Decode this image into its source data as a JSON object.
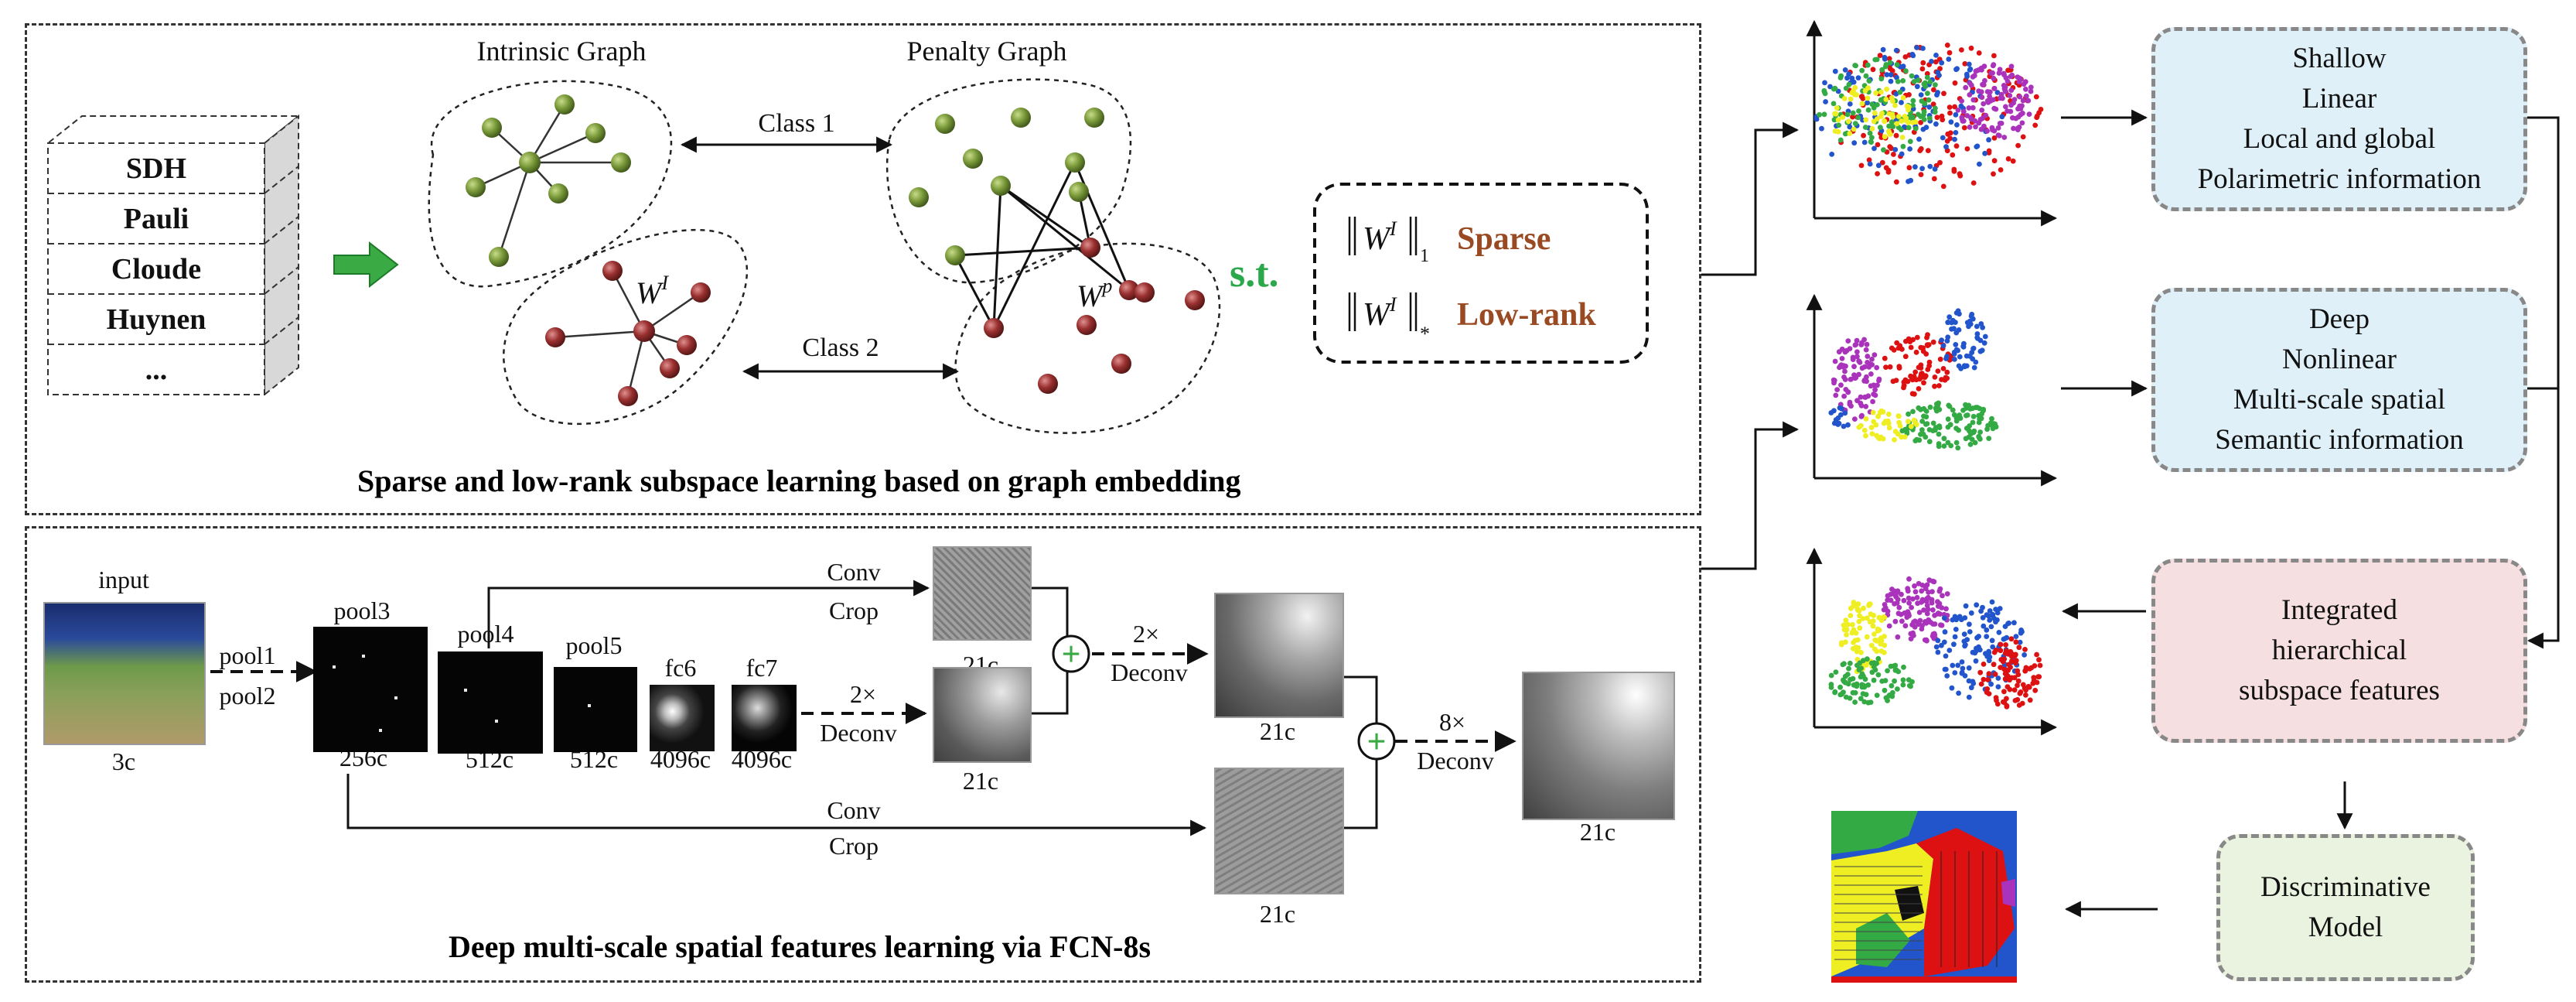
{
  "top_panel": {
    "feature_stack": [
      "SDH",
      "Pauli",
      "Cloude",
      "Huynen",
      "..."
    ],
    "intrinsic_graph_label": "Intrinsic Graph",
    "penalty_graph_label": "Penalty Graph",
    "class1_label": "Class 1",
    "class2_label": "Class 2",
    "w_intrinsic": "W",
    "w_intrinsic_sup": "I",
    "w_penalty": "W",
    "w_penalty_sup": "p",
    "st_label": "s.t.",
    "sparse_label": "Sparse",
    "lowrank_label": "Low-rank",
    "norm1_sub": "1",
    "norm2_sub": "*",
    "title": "Sparse and low-rank subspace learning based on graph embedding"
  },
  "bottom_panel": {
    "input_label": "input",
    "input_channels": "3c",
    "pool1_label": "pool1",
    "pool2_label": "pool2",
    "pool3_label": "pool3",
    "pool3_channels": "256c",
    "pool4_label": "pool4",
    "pool4_channels": "512c",
    "pool5_label": "pool5",
    "pool5_channels": "512c",
    "fc6_label": "fc6",
    "fc6_channels": "4096c",
    "fc7_label": "fc7",
    "fc7_channels": "4096c",
    "deconv2x_a_scale": "2×",
    "deconv2x_a_label": "Deconv",
    "deconv2x_b_scale": "2×",
    "deconv2x_b_label": "Deconv",
    "deconv8x_scale": "8×",
    "deconv8x_label": "Deconv",
    "conv_label_top": "Conv",
    "crop_label_top": "Crop",
    "conv_label_bottom": "Conv",
    "crop_label_bottom": "Crop",
    "out_21c_a": "21c",
    "out_21c_b": "21c",
    "out_21c_c": "21c",
    "out_21c_d": "21c",
    "out_21c_e": "21c",
    "title": "Deep multi-scale spatial features learning via FCN-8s"
  },
  "right_side": {
    "shallow_box": [
      "Shallow",
      "Linear",
      "Local and global",
      "Polarimetric information"
    ],
    "deep_box": [
      "Deep",
      "Nonlinear",
      "Multi-scale spatial",
      "Semantic information"
    ],
    "integrated_box": [
      "Integrated",
      "hierarchical",
      "subspace features"
    ],
    "model_box": [
      "Discriminative",
      "Model"
    ]
  },
  "colors": {
    "intrinsic_node": "#7a9a3a",
    "penalty_node": "#7a9a3a",
    "class2_node": "#9a3030",
    "st_color": "#2aa84a",
    "sparse_color": "#9a4a22",
    "arrow_green": "#3aaa44",
    "shallow_fill": "#dff0f8",
    "deep_fill": "#dff0f8",
    "integrated_fill": "#f6dfe0",
    "model_fill": "#eaf3e0",
    "map_blue": "#2255cc",
    "map_green": "#33aa44",
    "map_red": "#dd1111",
    "map_yellow": "#eeee22",
    "map_purple": "#aa33bb"
  }
}
